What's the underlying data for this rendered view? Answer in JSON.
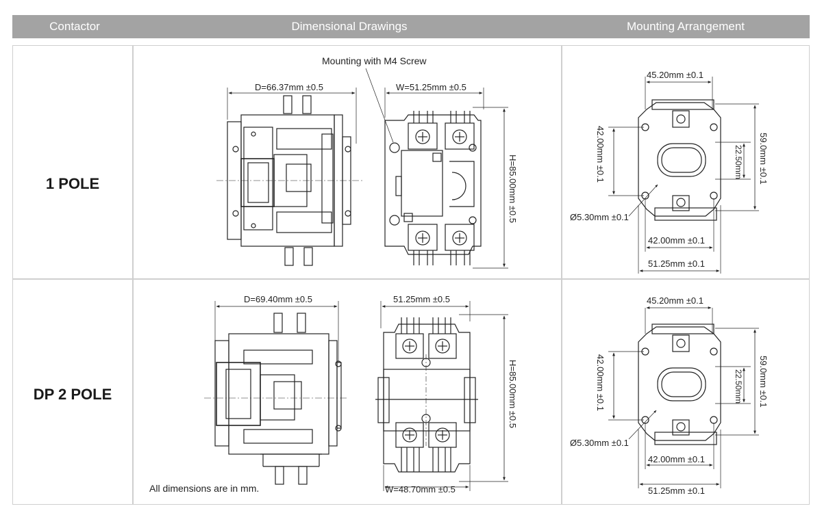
{
  "header": {
    "col1": "Contactor",
    "col2": "Dimensional Drawings",
    "col3": "Mounting Arrangement"
  },
  "rows": [
    {
      "label": "1 POLE",
      "mount_note": "Mounting with M4 Screw",
      "side_depth": "D=66.37mm ±0.5",
      "front_width": "W=51.25mm ±0.5",
      "front_height": "H=85.00mm ±0.5",
      "mounting": {
        "top_width": "45.20mm ±0.1",
        "left_height": "42.00mm ±0.1",
        "inner_height": "22.50mm",
        "right_height": "59.0mm ±0.1",
        "hole": "Ø5.30mm ±0.1",
        "bottom_inner": "42.00mm ±0.1",
        "bottom_outer": "51.25mm ±0.1"
      }
    },
    {
      "label": "DP 2 POLE",
      "side_depth": "D=69.40mm ±0.5",
      "front_width_top": "51.25mm ±0.5",
      "front_width_bottom": "W=48.70mm ±0.5",
      "front_height": "H=85.00mm ±0.5",
      "mounting": {
        "top_width": "45.20mm ±0.1",
        "left_height": "42.00mm ±0.1",
        "inner_height": "22.50mm",
        "right_height": "59.0mm ±0.1",
        "hole": "Ø5.30mm ±0.1",
        "bottom_inner": "42.00mm ±0.1",
        "bottom_outer": "51.25mm ±0.1"
      }
    }
  ],
  "footnote": "All dimensions are in mm."
}
